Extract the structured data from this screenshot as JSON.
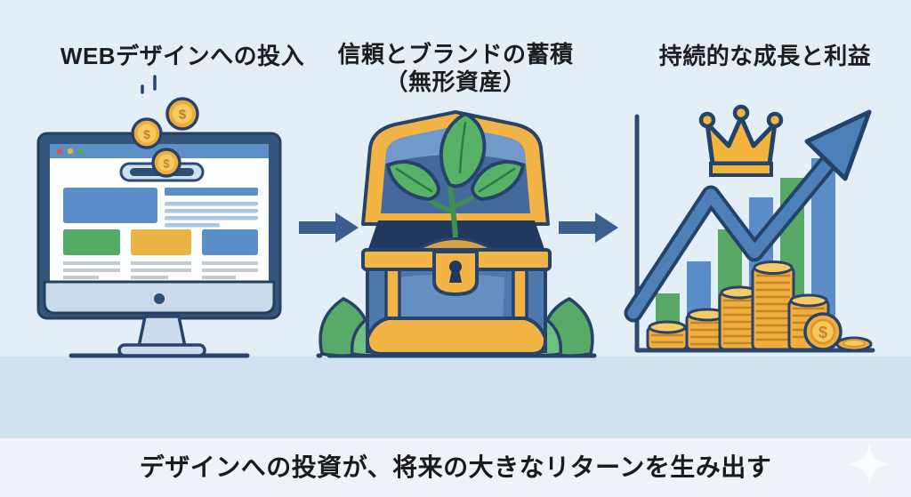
{
  "panels": [
    {
      "id": "input",
      "label": "WEBデザインへの投入",
      "icon": "monitor-coins-icon"
    },
    {
      "id": "asset",
      "label_line1": "信頼とブランドの蓄積",
      "label_line2": "（無形資産）",
      "icon": "treasure-chest-sprout-icon"
    },
    {
      "id": "growth",
      "label": "持続的な成長と利益",
      "icon": "growth-chart-crown-icon"
    }
  ],
  "flow_arrows": [
    {
      "icon": "right-arrow-icon"
    },
    {
      "icon": "right-arrow-icon"
    }
  ],
  "slogan": "デザインへの投資が、将来の大きなリターンを生み出す",
  "coins": {
    "symbol": "$"
  },
  "colors": {
    "background": "#e4eef7",
    "floor_band": "#cfe2f0",
    "slogan_band": "#eef3f9",
    "outline_navy": "#27436b",
    "gold": "#f0b040",
    "gold_light": "#f7ca63",
    "blue": "#5b8ec9",
    "green": "#57a965",
    "arrow_blue": "#3a5f8e",
    "text": "#1d1d1f"
  }
}
